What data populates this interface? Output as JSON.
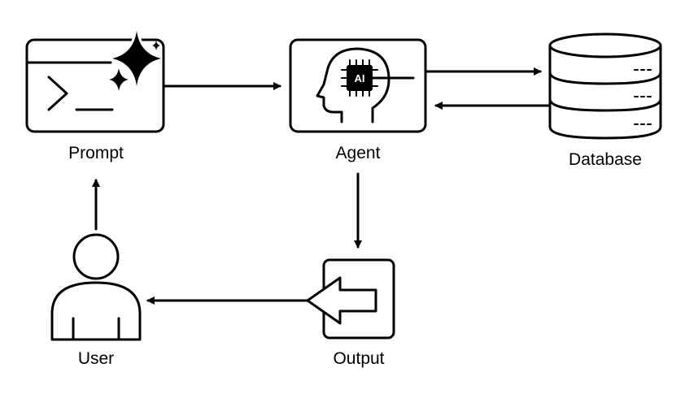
{
  "nodes": {
    "prompt": {
      "label": "Prompt"
    },
    "agent": {
      "label": "Agent",
      "chip_text": "AI"
    },
    "database": {
      "label": "Database"
    },
    "output": {
      "label": "Output"
    },
    "user": {
      "label": "User"
    }
  },
  "edges": [
    {
      "from": "prompt",
      "to": "agent"
    },
    {
      "from": "agent",
      "to": "database"
    },
    {
      "from": "database",
      "to": "agent"
    },
    {
      "from": "agent",
      "to": "output"
    },
    {
      "from": "output",
      "to": "user"
    },
    {
      "from": "user",
      "to": "prompt"
    }
  ],
  "colors": {
    "stroke": "#000000",
    "background": "#ffffff"
  },
  "icons": {
    "prompt": "terminal-sparkle-icon",
    "agent": "ai-head-icon",
    "database": "database-icon",
    "output": "arrow-left-icon",
    "user": "user-icon"
  }
}
